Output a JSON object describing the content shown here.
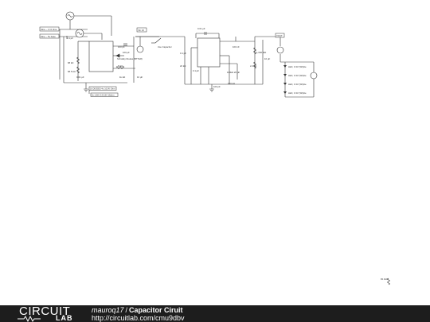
{
  "schematic": {
    "sources": {
      "src1": "Sine -- 1 hz time",
      "src2": "Sine -- 5v base"
    },
    "components": {
      "c_left": "0.1 µF",
      "c_right_top": "100 pF",
      "c_mid": "100 µF",
      "r_left_top": "68 kΩ",
      "r_left_bot": "68.5 kΩ",
      "c_left_bot": "0.01 µF",
      "diode": "Schottky Diodes (BTTH8)",
      "r_mid": "R kΩ",
      "r_bot": "1k kΩ",
      "c_bot_right": "10 µF",
      "switch_label": "Vin 10",
      "cap_switch": "Use Capacitor",
      "c_top2": "0.01 µF",
      "c_left2": "0.1 µF",
      "c_mid2": "100 nF",
      "r_right2": "1,000 MΩ",
      "c_b1": "0.1 µF",
      "r_b2": "22 kΩ",
      "r_b3": "100 kΩ",
      "r_b4": "100kΩ 20 µF",
      "c_b5": "100 pF",
      "r_b6": "2.2 kΩ",
      "c_b7": "10 µF",
      "vout": "VOUT"
    },
    "leds": [
      "LED, 0.3V (Wh)ite",
      "LED, 0.3V (Wh)ite",
      "LED, 0.3V (Wh)ite",
      "LED, 0.3V (Wh)ite"
    ],
    "notes": {
      "note1": "16 DIODES 4v, 10.0V Ohm",
      "note2": "1k 1.5kV 0.5 15V 10ohm"
    },
    "legend_small": "R1\n4kΩ"
  },
  "footer": {
    "logo_top": "CIRCUIT",
    "logo_bottom": "LAB",
    "author": "mauroq17",
    "separator": "/",
    "title": "Capacitor Ciruit",
    "url": "http://circuitlab.com/cmu9dbv"
  }
}
